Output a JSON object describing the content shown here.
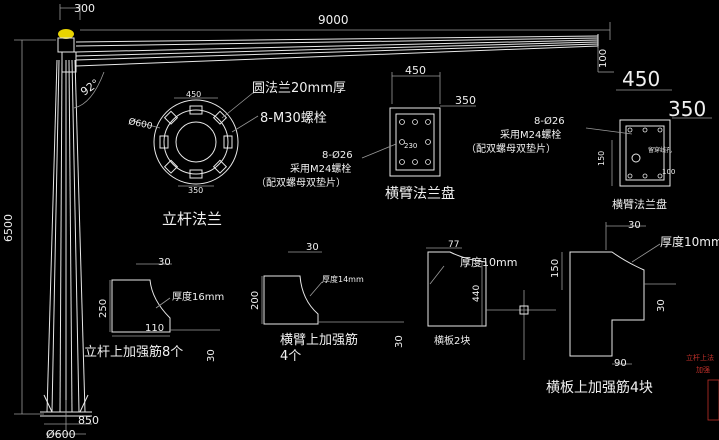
{
  "dims": {
    "top_width": "300",
    "arm_length": "9000",
    "pole_height": "6500",
    "base_width": "850",
    "base_diameter": "Ø600",
    "arm_end": "100",
    "angle": "92°"
  },
  "column_flange": {
    "title": "立杆法兰",
    "note1": "圆法兰20mm厚",
    "note2": "8-M30螺栓",
    "dim_top": "450",
    "dim_bottom": "350",
    "diameter": "Ø600"
  },
  "arm_flange_mid": {
    "title": "横臂法兰盘",
    "dim_top": "450",
    "dim_side": "350",
    "hole": "8-Ø26",
    "bolt": "采用M24螺栓",
    "washer": "（配双螺母双垫片）",
    "center": "230"
  },
  "arm_flange_right": {
    "title": "横臂法兰盘",
    "dim_top": "450",
    "dim_side": "350",
    "hole": "8-Ø26",
    "bolt": "采用M24螺栓",
    "washer": "（配双螺母双垫片）",
    "wire_hole": "留穿线孔",
    "dim_150": "150",
    "dim_100": "100"
  },
  "rib_column": {
    "label": "立杆上加强筋8个",
    "thickness": "厚度16mm",
    "top": "30",
    "height": "250",
    "bottom": "110",
    "side": "30"
  },
  "rib_arm": {
    "label1": "横臂上加强筋",
    "label2": "4个",
    "thickness": "厚度14mm",
    "top": "30",
    "height": "200",
    "side": "30"
  },
  "cross_plate": {
    "label": "横板2块",
    "thickness": "厚度10mm",
    "top": "77",
    "height": "440"
  },
  "rib_cross": {
    "label": "横板上加强筋4块",
    "thickness": "厚度10mm",
    "top": "30",
    "height": "150",
    "side": "30",
    "bottom": "90"
  },
  "edge_notes": [
    "立杆上法",
    "加强"
  ]
}
